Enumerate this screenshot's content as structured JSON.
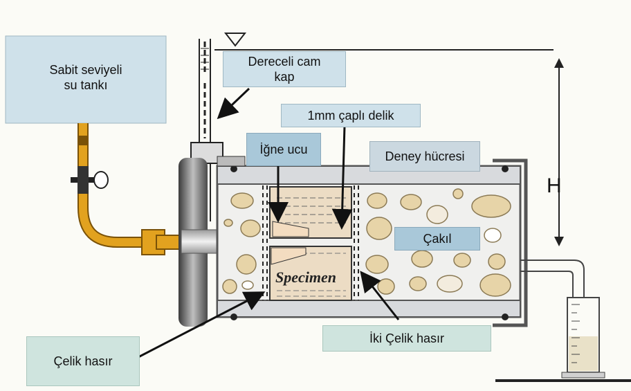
{
  "labels": {
    "sabit_tank": "Sabit seviyeli\nsu tankı",
    "dereceli_cam_kap": "Dereceli cam\nkap",
    "delik": "1mm çaplı delik",
    "igne_ucu": "İğne ucu",
    "deney_hucresi": "Deney hücresi",
    "cakil": "Çakıl",
    "specimen": "Specimen",
    "celik_hasir": "Çelik hasır",
    "iki_celik_hasir": "İki Çelik hasır",
    "h": "H"
  },
  "colors": {
    "label_blue": "#cfe1ea",
    "label_blue_dark": "#a9c8d9",
    "label_green": "#cfe4de",
    "pipe": "#e2a21f",
    "cell": "#e6e7e9",
    "gravel": "#e7d4a8"
  }
}
